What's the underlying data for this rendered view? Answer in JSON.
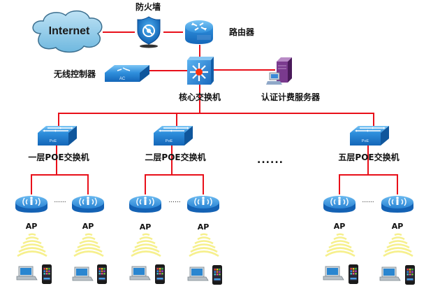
{
  "title": "无线网络拓扑图",
  "colors": {
    "link": "#e8101a",
    "device_blue": "#1f7fd4",
    "device_top": "#5fb4f0",
    "device_side": "#0f5fa8",
    "cloud_fill": "#8ecae8",
    "wifi_wave": "#f4ee8a",
    "server_purple": "#6a2e7a",
    "core_star": "#ff3010"
  },
  "core": {
    "internet": {
      "label": "Internet",
      "icon": "cloud-icon"
    },
    "firewall": {
      "label": "防火墙",
      "icon": "firewall-shield-icon"
    },
    "router": {
      "label": "路由器",
      "icon": "router-icon"
    },
    "core_switch": {
      "label": "核心交换机",
      "icon": "layer3-switch-icon"
    },
    "wireless_controller": {
      "label": "无线控制器",
      "device_text": "AC",
      "icon": "wireless-controller-icon"
    },
    "auth_server": {
      "label": "认证计费服务器",
      "icon": "server-icon"
    }
  },
  "ellipsis_floors": "......",
  "floors": [
    {
      "label": "一层POE交换机",
      "switch_text": "PoE",
      "ap_ellipsis": "......",
      "aps": [
        {
          "label": "AP"
        },
        {
          "label": "AP"
        }
      ]
    },
    {
      "label": "二层POE交换机",
      "switch_text": "PoE",
      "ap_ellipsis": "......",
      "aps": [
        {
          "label": "AP"
        },
        {
          "label": "AP"
        }
      ]
    },
    {
      "label": "五层POE交换机",
      "switch_text": "PoE",
      "ap_ellipsis": "......",
      "aps": [
        {
          "label": "AP"
        },
        {
          "label": "AP"
        }
      ]
    }
  ],
  "client_devices": [
    "laptop",
    "smartphone"
  ]
}
